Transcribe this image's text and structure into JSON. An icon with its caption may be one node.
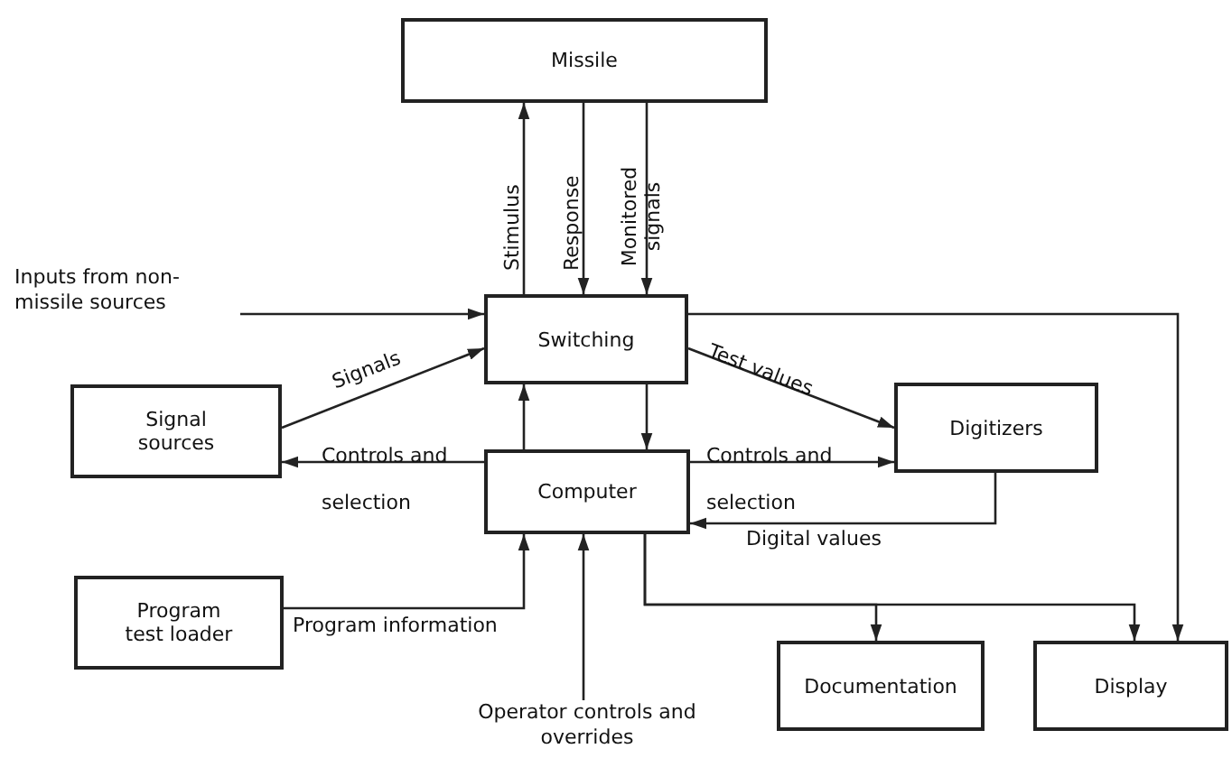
{
  "diagram": {
    "nodes": [
      {
        "text": [
          "Missile"
        ]
      },
      {
        "text": [
          "Switching"
        ]
      },
      {
        "text": [
          "Signal sources"
        ]
      },
      {
        "text": [
          "Digitizers"
        ]
      },
      {
        "text": [
          "Computer"
        ]
      },
      {
        "text": [
          "Program test loader"
        ]
      },
      {
        "text": [
          "Documentation"
        ]
      },
      {
        "text": [
          "Display"
        ]
      },
      {
        "text": [
          "Inputs from non-missile sources"
        ]
      },
      {
        "text": [
          "Operator controls and overrides"
        ]
      }
    ],
    "edges": [
      {
        "from": 1,
        "to": 0,
        "arrow": "to",
        "label": "Stimulus"
      },
      {
        "from": 0,
        "to": 1,
        "arrow": "to",
        "label": "Response"
      },
      {
        "from": 0,
        "to": 1,
        "arrow": "to",
        "label": "Monitored signals"
      },
      {
        "from": 8,
        "to": 1,
        "arrow": "to"
      },
      {
        "from": 1,
        "to": 7,
        "arrow": "to"
      },
      {
        "from": 2,
        "to": 1,
        "arrow": "to",
        "label": "Signals"
      },
      {
        "from": 1,
        "to": 3,
        "arrow": "to",
        "label": "Test values"
      },
      {
        "from": 4,
        "to": 2,
        "arrow": "to",
        "label": "Controls and selection"
      },
      {
        "from": 4,
        "to": 1,
        "arrow": "to"
      },
      {
        "from": 1,
        "to": 4,
        "arrow": "to"
      },
      {
        "from": 4,
        "to": 3,
        "arrow": "to",
        "label": "Controls and selection"
      },
      {
        "from": 3,
        "to": 4,
        "arrow": "to",
        "label": "Digital values"
      },
      {
        "from": 5,
        "to": 4,
        "arrow": "to",
        "label": "Program information"
      },
      {
        "from": 9,
        "to": 4,
        "arrow": "to"
      },
      {
        "from": 4,
        "to": 6,
        "arrow": "to"
      },
      {
        "from": 4,
        "to": 7,
        "arrow": "to"
      }
    ]
  }
}
